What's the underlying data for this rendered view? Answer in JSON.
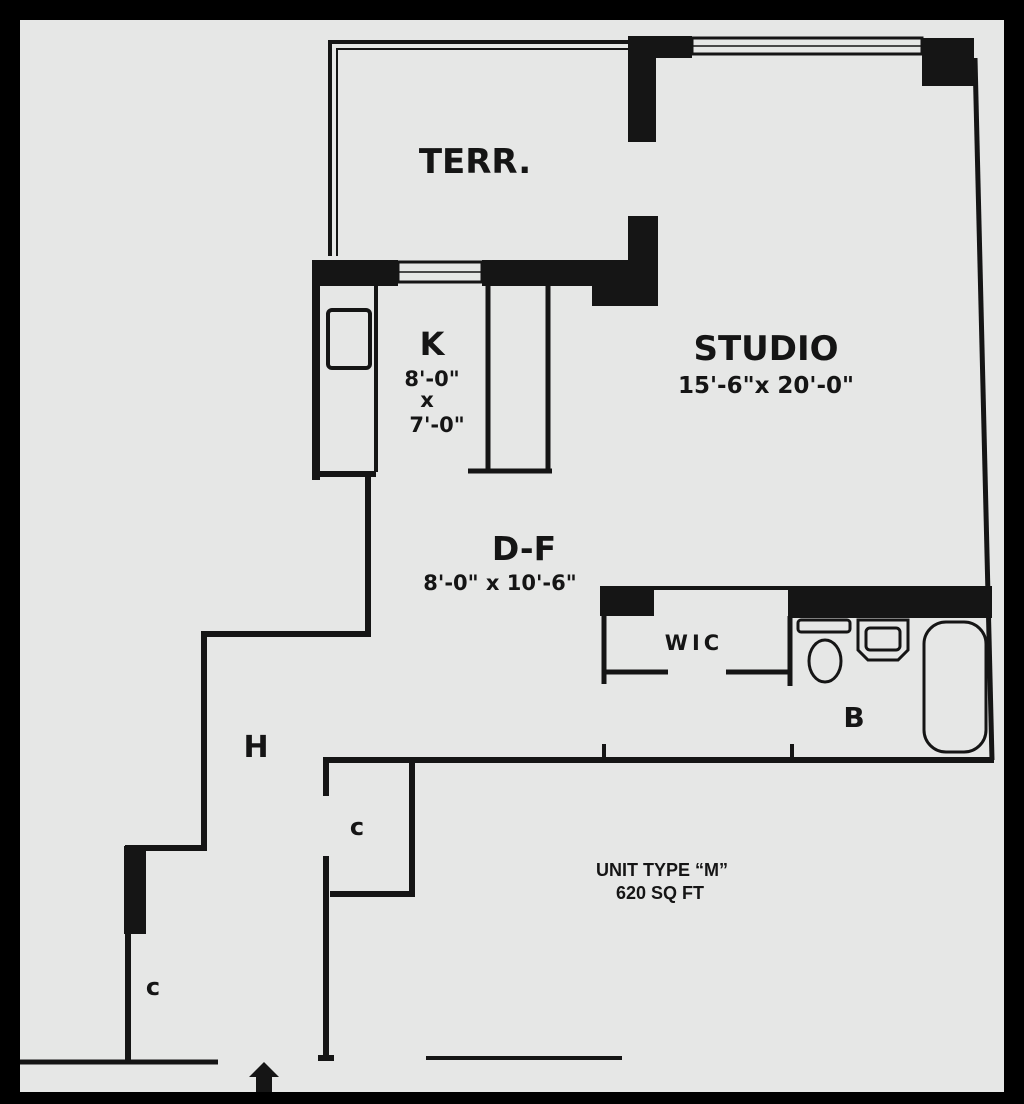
{
  "rooms": {
    "terrace": {
      "label": "TERR."
    },
    "kitchen": {
      "label": "K",
      "dim_line1": "8'-0\"",
      "dim_line2": "x",
      "dim_line3": "7'-0\""
    },
    "studio": {
      "label": "STUDIO",
      "dims": "15'-6\"x 20'-0\""
    },
    "dining_foyer": {
      "label": "D-F",
      "dims": "8'-0\" x 10'-6\""
    },
    "walk_in_closet": {
      "label": "WIC"
    },
    "bathroom": {
      "label": "B"
    },
    "hall": {
      "label": "H"
    },
    "closet_center": {
      "label": "c"
    },
    "closet_left": {
      "label": "c"
    }
  },
  "unit": {
    "type_line": "UNIT TYPE “M”",
    "area_line": "620 SQ FT"
  },
  "colors": {
    "paper": "#e6e7e6",
    "ink": "#151515",
    "frame": "#000000"
  },
  "icons": {
    "entry": "entry-arrow-icon"
  }
}
